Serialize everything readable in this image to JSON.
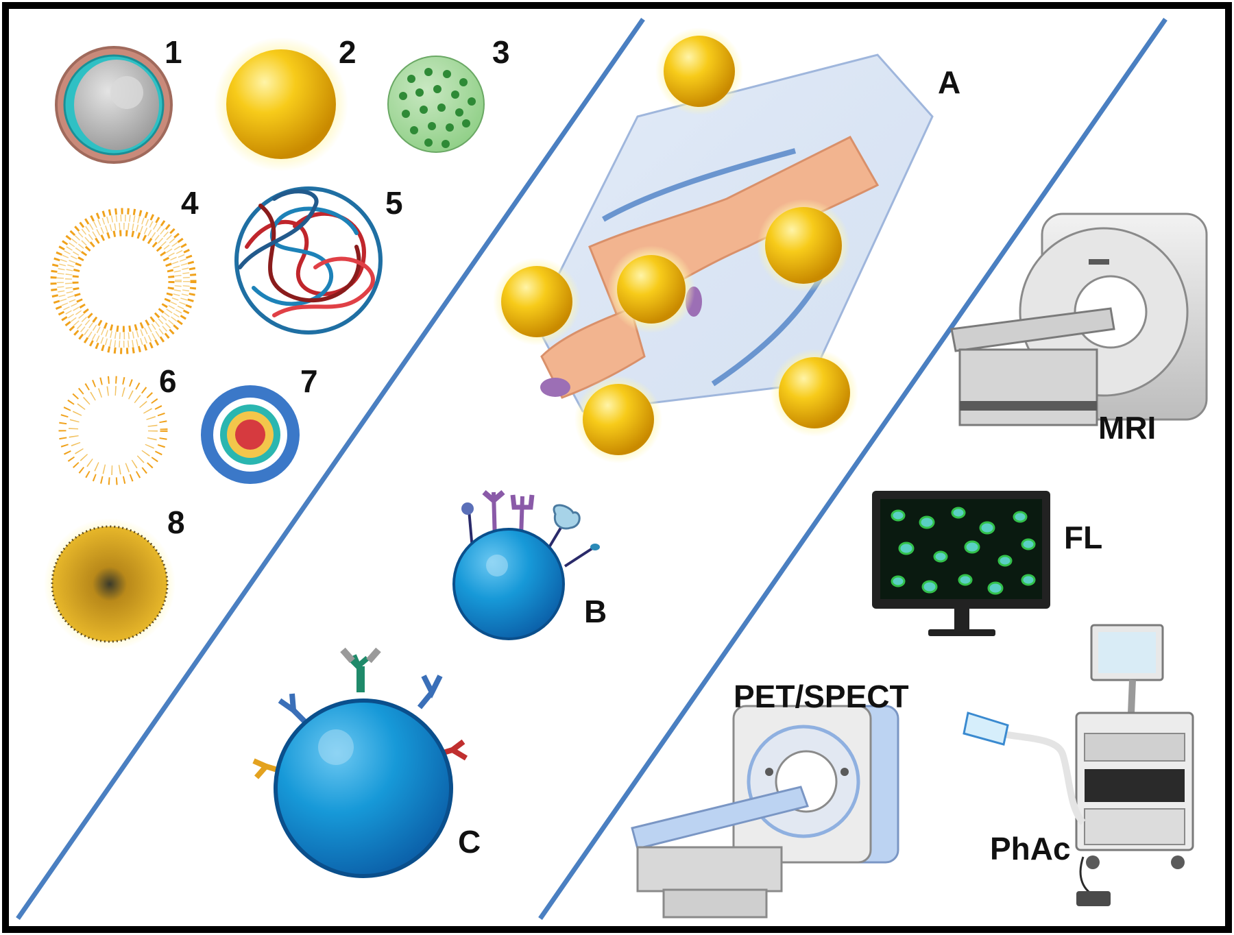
{
  "labels": {
    "n1": "1",
    "n2": "2",
    "n3": "3",
    "n4": "4",
    "n5": "5",
    "n6": "6",
    "n7": "7",
    "n8": "8",
    "A": "A",
    "B": "B",
    "C": "C",
    "MRI": "MRI",
    "FL": "FL",
    "PET": "PET/SPECT",
    "PhAc": "PhAc"
  },
  "colors": {
    "frame": "#000000",
    "divider": "#4a7fc1",
    "gold": "#f5c414",
    "blue_sphere": "#1496d8",
    "vessel": "#f2b48f"
  }
}
